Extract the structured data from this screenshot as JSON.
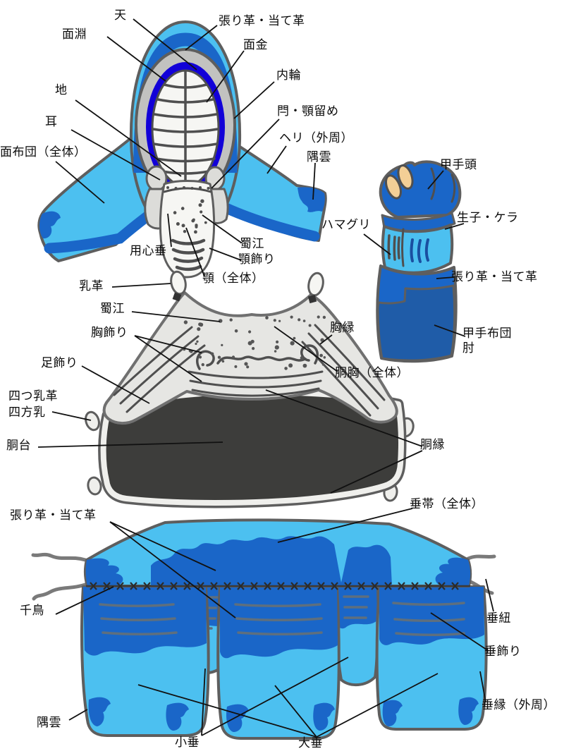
{
  "labels": {
    "men": {
      "ten": "天",
      "menbuchi": "面淵",
      "harigawa": "張り革・当て革",
      "mengane": "面金",
      "uchiwa": "内輪",
      "ji": "地",
      "kannuki": "閂・顎留め",
      "mimi": "耳",
      "heri": "ヘリ（外周）",
      "menbuton": "面布団（全体）",
      "sumigumo": "隅雲",
      "yojindare": "用心垂",
      "shokko": "蜀江",
      "agokazari": "顎飾り",
      "ago": "顎（全体）"
    },
    "kote": {
      "kotegashira": "甲手頭",
      "hamaguri": "ハマグリ",
      "namako_kera": "生子・ケラ",
      "harigawa": "張り革・当て革",
      "kotebuton": "甲手布団\n肘"
    },
    "do": {
      "chichikawa": "乳革",
      "shokko": "蜀江",
      "munekazari": "胸飾り",
      "ashikazari": "足飾り",
      "yotsu_chichikawa": "四つ乳革",
      "shiho_chichi": "四方乳",
      "dodai": "胴台",
      "muneberi": "胸縁",
      "domune": "胴胸（全体）",
      "doberi": "胴縁"
    },
    "tare": {
      "tareobi": "垂帯（全体）",
      "harigawa": "張り革・当て革",
      "chidori": "千鳥",
      "tarehimo": "垂紐",
      "tarekazari": "垂飾り",
      "tareberi": "垂縁（外周）",
      "sumigumo": "隅雲",
      "kodare": "小垂",
      "odare": "大垂"
    }
  },
  "colors": {
    "light": "#4CC0F0",
    "med": "#1A66C8",
    "deep": "#1200D8",
    "frame": "#C2C2C0",
    "face": "#F6F6F3",
    "ear": "#DCDCD9",
    "mune": "#E6E6E3",
    "dai": "#3D3D3B",
    "rim": "#EFEFEC",
    "tan": "#F3CF96",
    "kdark": "#1F5CA8",
    "outline": "#5E5E5E",
    "detail": "#4F4F4F",
    "stripe": "#5E6F7E",
    "stitch": "#2B2B2B",
    "cord": "#7A7A7A",
    "leader": "#111111"
  }
}
